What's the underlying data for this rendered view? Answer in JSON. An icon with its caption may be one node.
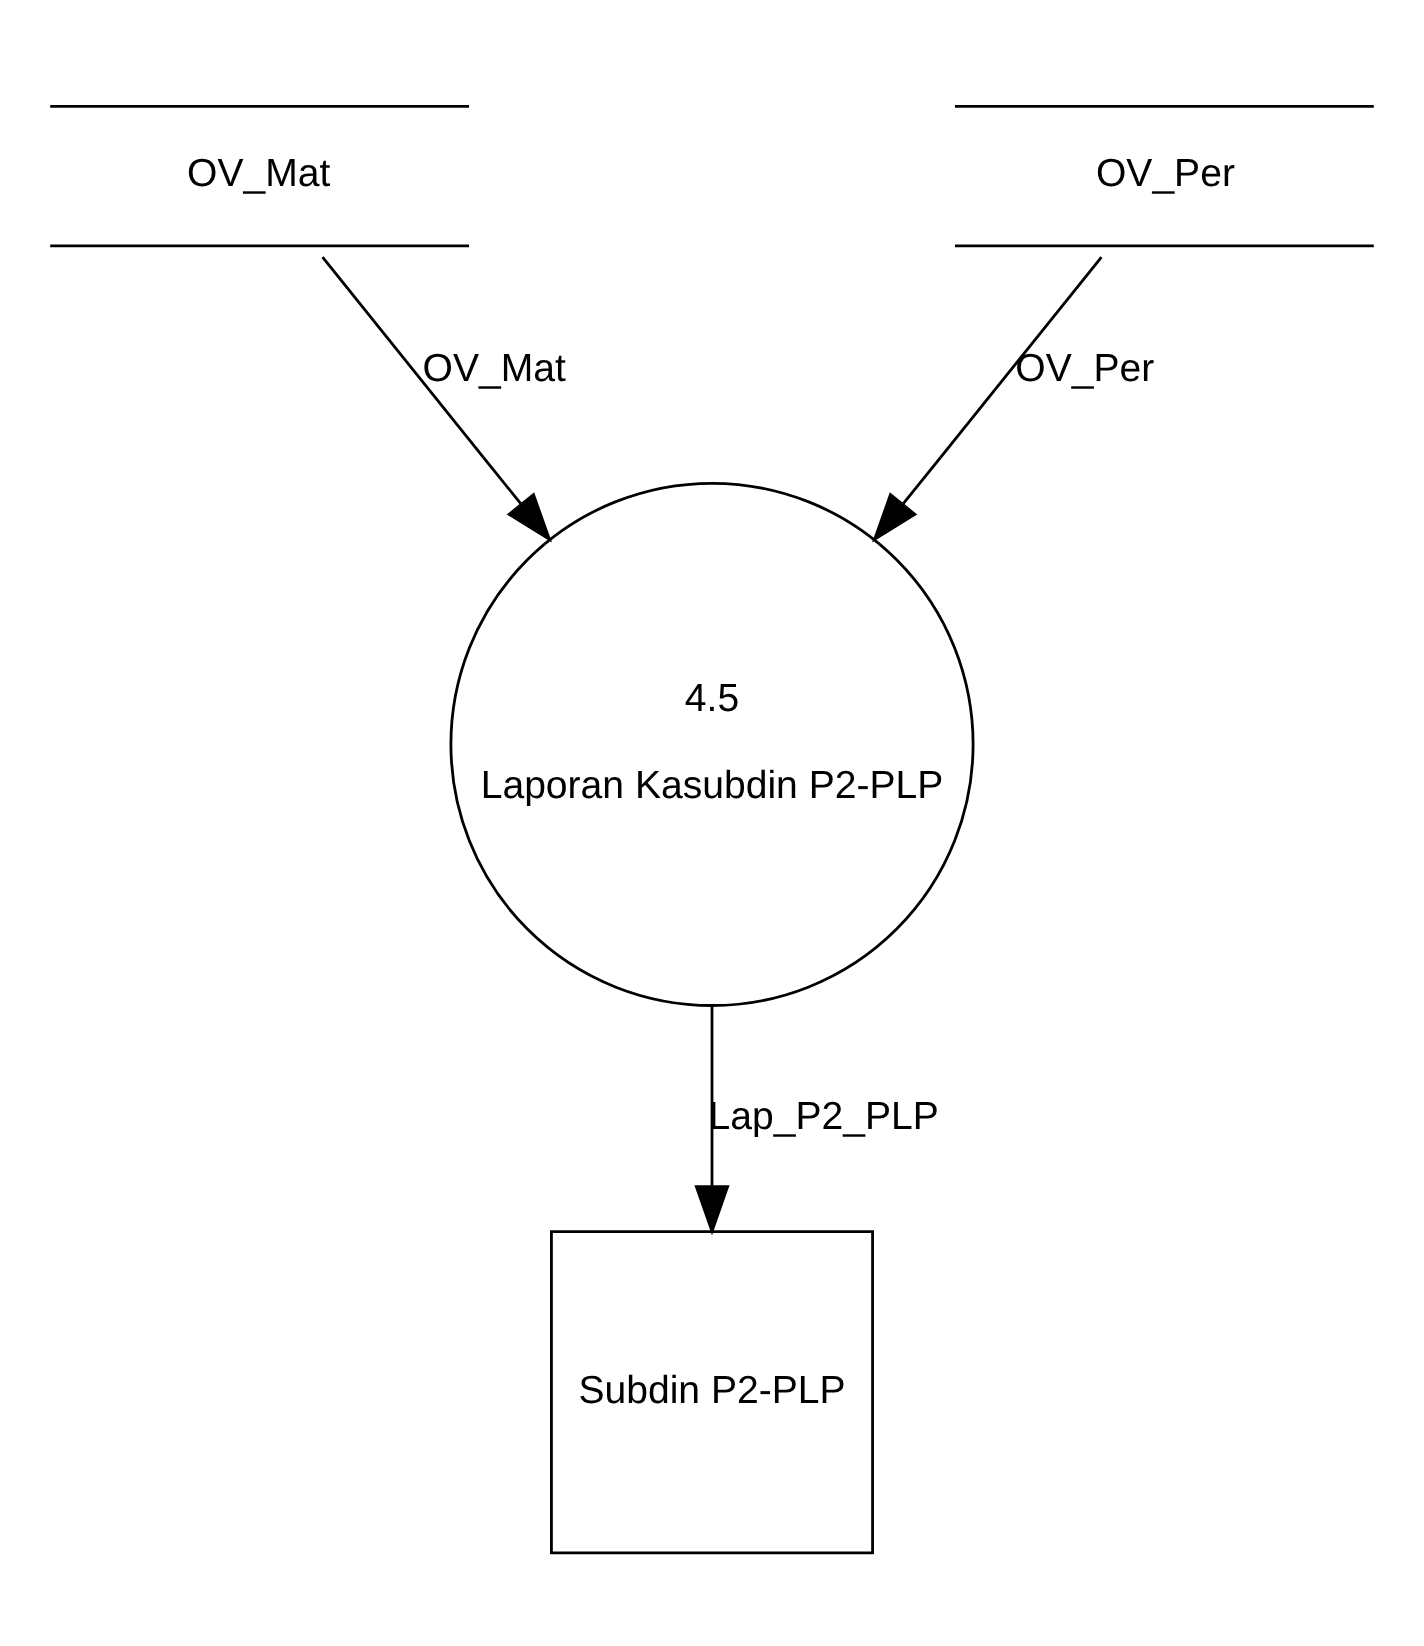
{
  "diagram": {
    "nodes": [
      {
        "text": [
          "OV_Mat"
        ]
      },
      {
        "text": [
          "OV_Per"
        ]
      },
      {
        "text": [
          "4.5",
          "Laporan Kasubdin P2-PLP"
        ]
      },
      {
        "text": [
          "Subdin P2-PLP"
        ]
      }
    ],
    "edges": [
      {
        "from": 0,
        "to": 2,
        "arrow": "to",
        "label": "OV_Mat"
      },
      {
        "from": 1,
        "to": 2,
        "arrow": "to",
        "label": "OV_Per"
      },
      {
        "from": 2,
        "to": 3,
        "arrow": "to",
        "label": "Lap_P2_PLP"
      }
    ]
  }
}
